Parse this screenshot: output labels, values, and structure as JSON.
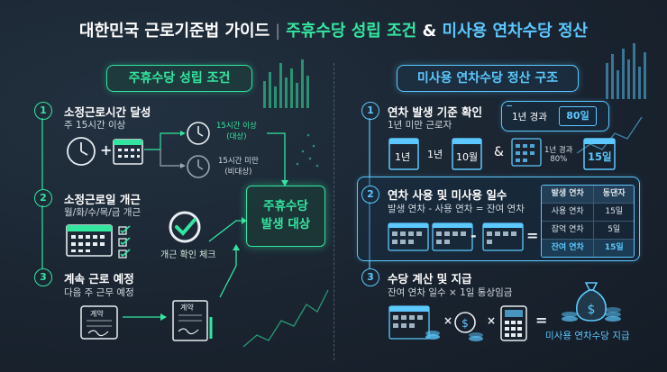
{
  "header": {
    "title_main": "대한민국 근로기준법 가이드",
    "separator": "|",
    "title_green": "주휴수당 성립 조건",
    "title_amp": "&",
    "title_blue": "미사용 연차수당 정산"
  },
  "left": {
    "pill": "주휴수당 성립 조건",
    "steps": [
      {
        "num": "1",
        "title": "소정근로시간 달성",
        "sub": "주 15시간 이상"
      },
      {
        "num": "2",
        "title": "소정근로일 개근",
        "sub": "월/화/수/목/금 개근"
      },
      {
        "num": "3",
        "title": "계속 근로 예정",
        "sub": "다음 주 근무 예정"
      }
    ],
    "plus": "+",
    "branch_yes": {
      "line1": "15시간 이상",
      "line2": "(대상)"
    },
    "branch_no": {
      "line1": "15시간 미만",
      "line2": "(비대상)"
    },
    "check_label": "개근 확인 체크",
    "contract_label": "계약",
    "result": {
      "line1": "주휴수당",
      "line2": "발생 대상"
    }
  },
  "right": {
    "pill": "미사용 연차수당 정산 구조",
    "steps": [
      {
        "num": "1",
        "title": "연차 발생 기준 확인",
        "sub": "1년 미만 근로자"
      },
      {
        "num": "2",
        "title": "연차 사용 및 미사용 일수",
        "sub": "발생 연차 - 사용 연차 = 잔여 연차"
      },
      {
        "num": "3",
        "title": "수당 계산 및 지급",
        "sub": "잔여 연차 일수 × 1일 통상임금"
      }
    ],
    "box1": {
      "elapsed": "1년 경과",
      "days": "80일"
    },
    "dates": {
      "a": "1년",
      "b": "1년",
      "c": "10월",
      "amp": "&",
      "d_line1": "1년 경과",
      "d_line2": "80%",
      "e": "15일"
    },
    "ops": {
      "minus": "-",
      "equals": "=",
      "times": "×"
    },
    "table": {
      "headers": [
        "발생 연차",
        "동댄자"
      ],
      "rows": [
        [
          "사용 연차",
          "15일"
        ],
        [
          "잡억 연차",
          "5일"
        ]
      ],
      "total": [
        "잔여 연차",
        "15일"
      ]
    },
    "pay_label": "미사용 연차수당 지급"
  },
  "colors": {
    "green": "#33e6a0",
    "blue": "#5cc8ff",
    "background": "#1a2430"
  }
}
